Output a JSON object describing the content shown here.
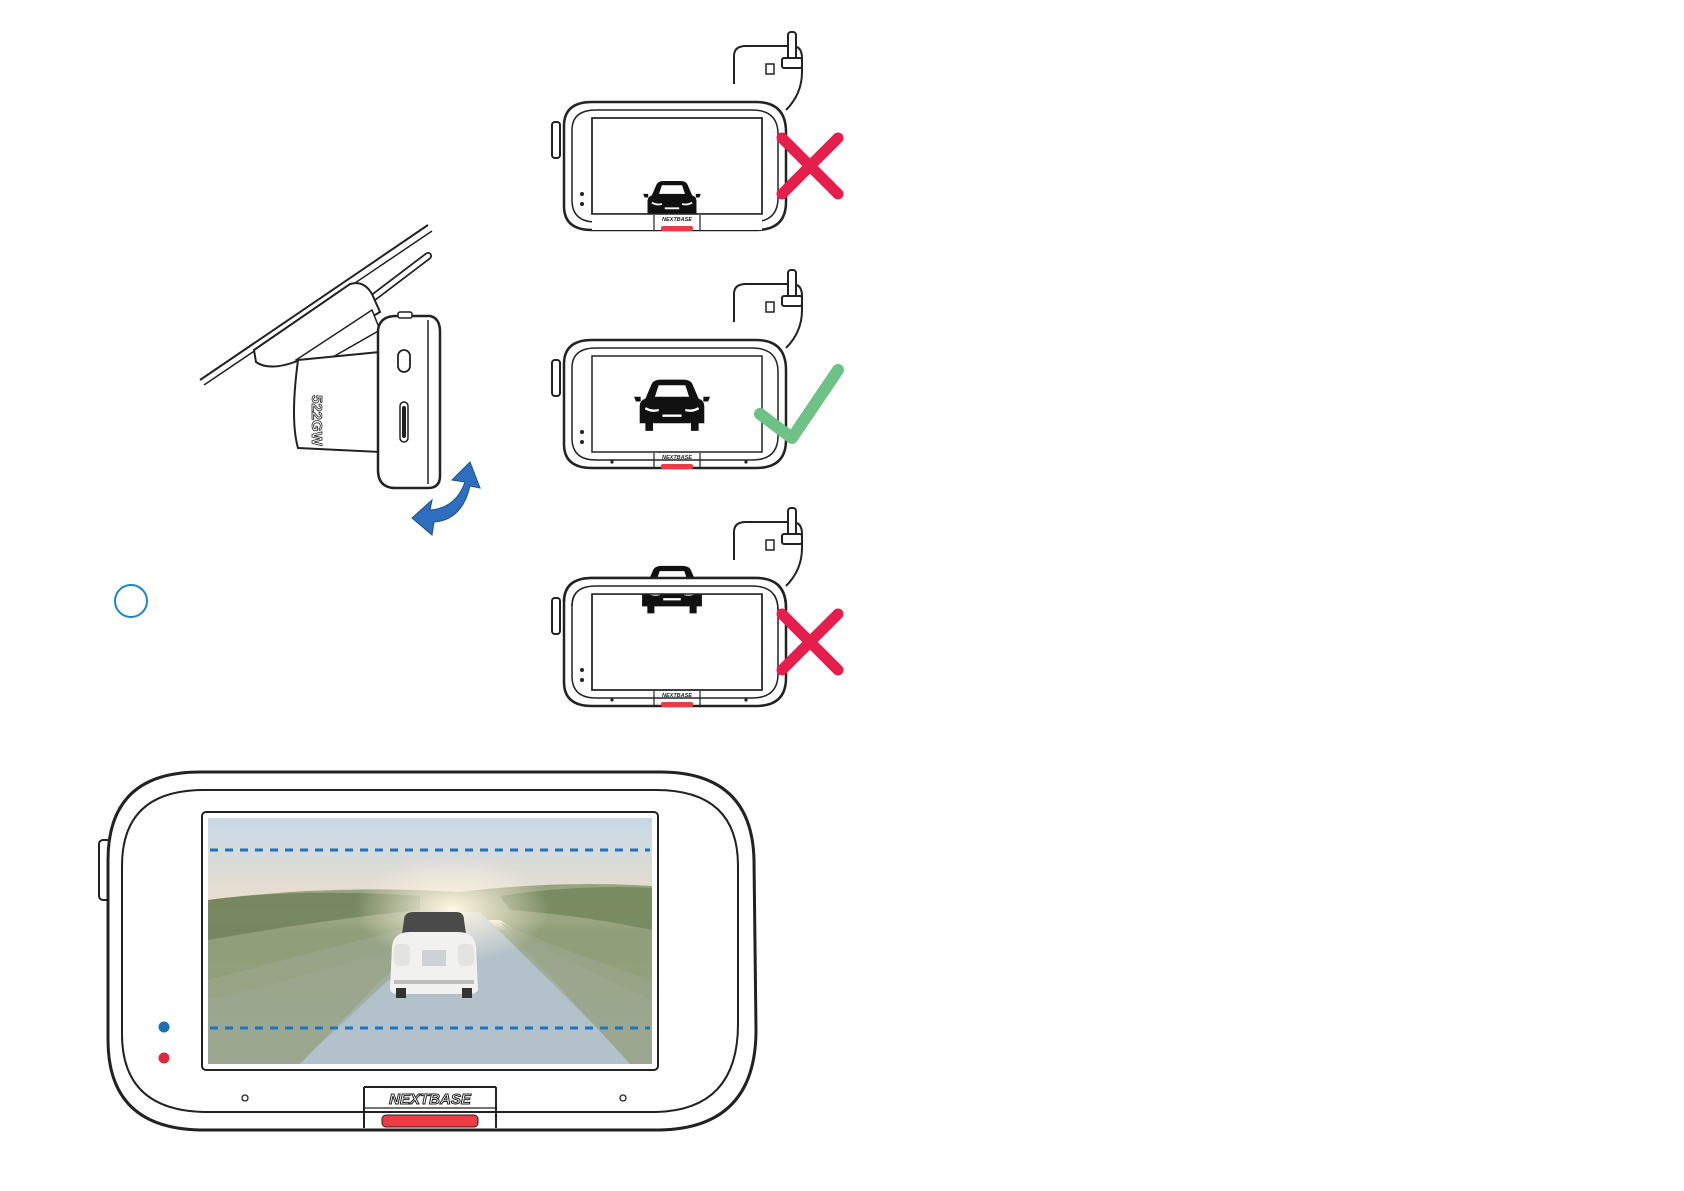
{
  "page": {
    "camera_model_badge": "522GW",
    "brand": "NEXTBASE",
    "step_marker": ""
  },
  "mounting_examples": [
    {
      "name": "tilted-up",
      "result": "incorrect",
      "result_icon": "cross-icon"
    },
    {
      "name": "level",
      "result": "correct",
      "result_icon": "check-icon"
    },
    {
      "name": "tilted-down",
      "result": "incorrect",
      "result_icon": "cross-icon"
    }
  ],
  "colors": {
    "cross": "#e51e4b",
    "check": "#6fc285",
    "rotate_arrow": "#2d6fbe",
    "guide_line": "#1a74c4",
    "record_button": "#ee3a43",
    "led_blue": "#1a6fb5",
    "led_red": "#e0283d",
    "step_circle": "#1a86c8"
  }
}
